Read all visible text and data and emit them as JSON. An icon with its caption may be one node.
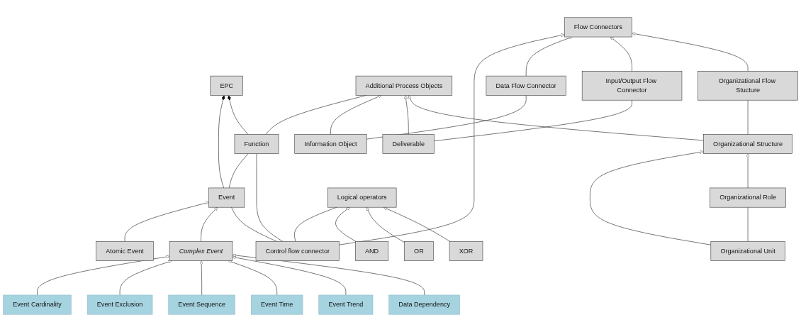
{
  "diagram": {
    "nodes": [
      {
        "text": [
          "EPC"
        ]
      },
      {
        "text": [
          "Atomic Event"
        ]
      },
      {
        "text": [
          "Event"
        ]
      },
      {
        "text": [
          "Function"
        ]
      },
      {
        "text": [
          "Complex Event"
        ]
      },
      {
        "text": [
          "Additional Process Objects"
        ]
      },
      {
        "text": [
          "Event Cardinality"
        ]
      },
      {
        "text": [
          "Event Exclusion"
        ]
      },
      {
        "text": [
          "Event Sequence"
        ]
      },
      {
        "text": [
          "Information Object"
        ]
      },
      {
        "text": [
          "Deliverable"
        ]
      },
      {
        "text": [
          "Organizational Structure"
        ]
      },
      {
        "text": [
          "Organizational Unit"
        ]
      },
      {
        "text": [
          "Organizational Role"
        ]
      },
      {
        "text": [
          "Data Flow Connector"
        ]
      },
      {
        "text": [
          "Input/Output Flow Connector"
        ]
      },
      {
        "text": [
          "Organizational Flow Stucture"
        ]
      },
      {
        "text": [
          "Event Time"
        ]
      },
      {
        "text": [
          "Event Trend"
        ]
      },
      {
        "text": [
          "Data Dependency"
        ]
      },
      {
        "text": [
          "Control flow connector"
        ]
      },
      {
        "text": [
          "Logical operators"
        ]
      },
      {
        "text": [
          "AND"
        ]
      },
      {
        "text": [
          "OR"
        ]
      },
      {
        "text": [
          "XOR"
        ]
      },
      {
        "text": [
          "Flow Connectors"
        ]
      }
    ],
    "edges": [
      {
        "from": 2,
        "to": 0,
        "arrow": "other"
      },
      {
        "from": 3,
        "to": 0,
        "arrow": "other"
      },
      {
        "from": 1,
        "to": 2,
        "arrow": "to"
      },
      {
        "from": 4,
        "to": 2,
        "arrow": "to"
      },
      {
        "from": 2,
        "to": 3,
        "arrow": "none"
      },
      {
        "from": 3,
        "to": 5,
        "arrow": "none"
      },
      {
        "from": 6,
        "to": 4,
        "arrow": "to"
      },
      {
        "from": 7,
        "to": 4,
        "arrow": "to"
      },
      {
        "from": 8,
        "to": 4,
        "arrow": "to"
      },
      {
        "from": 17,
        "to": 4,
        "arrow": "to"
      },
      {
        "from": 18,
        "to": 4,
        "arrow": "to"
      },
      {
        "from": 19,
        "to": 4,
        "arrow": "to"
      },
      {
        "from": 9,
        "to": 5,
        "arrow": "to"
      },
      {
        "from": 10,
        "to": 5,
        "arrow": "to"
      },
      {
        "from": 11,
        "to": 5,
        "arrow": "to"
      },
      {
        "from": 12,
        "to": 11,
        "arrow": "to"
      },
      {
        "from": 13,
        "to": 11,
        "arrow": "to"
      },
      {
        "from": 12,
        "to": 13,
        "arrow": "none"
      },
      {
        "from": 9,
        "to": 14,
        "arrow": "none"
      },
      {
        "from": 10,
        "to": 15,
        "arrow": "none"
      },
      {
        "from": 11,
        "to": 16,
        "arrow": "none"
      },
      {
        "from": 20,
        "to": 2,
        "arrow": "none"
      },
      {
        "from": 20,
        "to": 3,
        "arrow": "none"
      },
      {
        "from": 20,
        "to": 21,
        "arrow": "none"
      },
      {
        "from": 22,
        "to": 21,
        "arrow": "to"
      },
      {
        "from": 23,
        "to": 21,
        "arrow": "to"
      },
      {
        "from": 24,
        "to": 21,
        "arrow": "to"
      },
      {
        "from": 20,
        "to": 25,
        "arrow": "to"
      },
      {
        "from": 14,
        "to": 25,
        "arrow": "to"
      },
      {
        "from": 15,
        "to": 25,
        "arrow": "to"
      },
      {
        "from": 16,
        "to": 25,
        "arrow": "to"
      }
    ]
  }
}
